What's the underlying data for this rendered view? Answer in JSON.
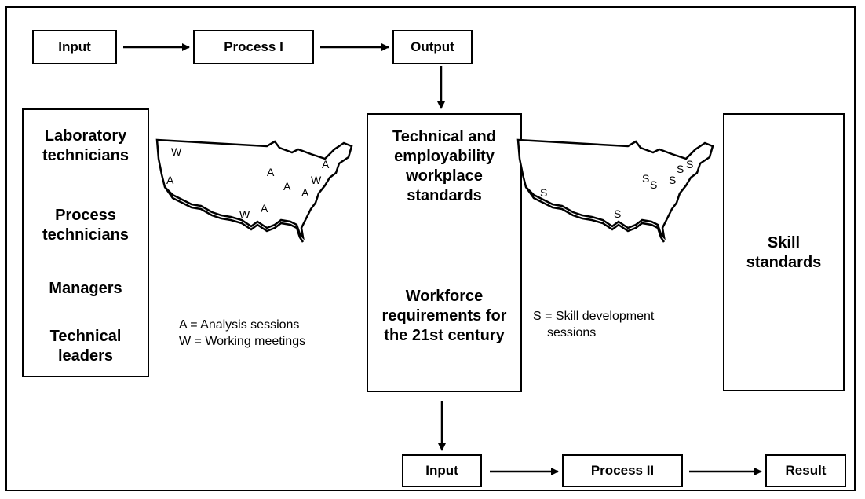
{
  "top_row": {
    "input": "Input",
    "process": "Process I",
    "output": "Output"
  },
  "bottom_row": {
    "input": "Input",
    "process": "Process II",
    "result": "Result"
  },
  "roles": [
    "Laboratory technicians",
    "Process technicians",
    "Managers",
    "Technical leaders"
  ],
  "center_box": {
    "standards": "Technical and employability workplace standards",
    "requirements": "Workforce requirements for the 21st century"
  },
  "skill_box": {
    "label": "Skill standards"
  },
  "legend_left": {
    "line1": "A = Analysis sessions",
    "line2": "W = Working meetings"
  },
  "legend_right": {
    "line1": "S = Skill development",
    "line2": "sessions"
  },
  "map_left_marks": [
    "W",
    "A",
    "A",
    "A",
    "A",
    "W",
    "A",
    "W",
    "A"
  ],
  "map_right_marks": [
    "S",
    "S",
    "S",
    "S",
    "S",
    "S",
    "S"
  ]
}
